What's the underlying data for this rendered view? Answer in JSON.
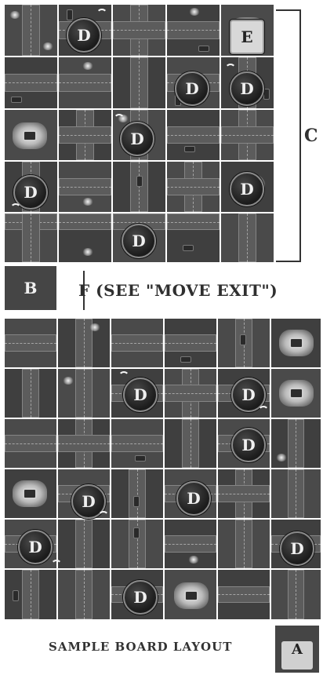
{
  "board": {
    "markers": {
      "D": "D",
      "E": "E"
    },
    "labels": {
      "A": "A",
      "B": "B",
      "C": "C",
      "F": "F (SEE \"MOVE EXIT\")"
    },
    "caption": "SAMPLE BOARD LAYOUT"
  },
  "colors": {
    "tile": "#4a4a4a",
    "road": "#5c5c5c",
    "marker": "#1b1b1b",
    "ink": "#333333"
  },
  "icons": {
    "marker": "d-marker-disc",
    "exit": "e-exit-tile",
    "rotate": "rotation-arrow-icon",
    "lamp": "street-lamp-glow",
    "plaza": "plaza-fountain"
  }
}
